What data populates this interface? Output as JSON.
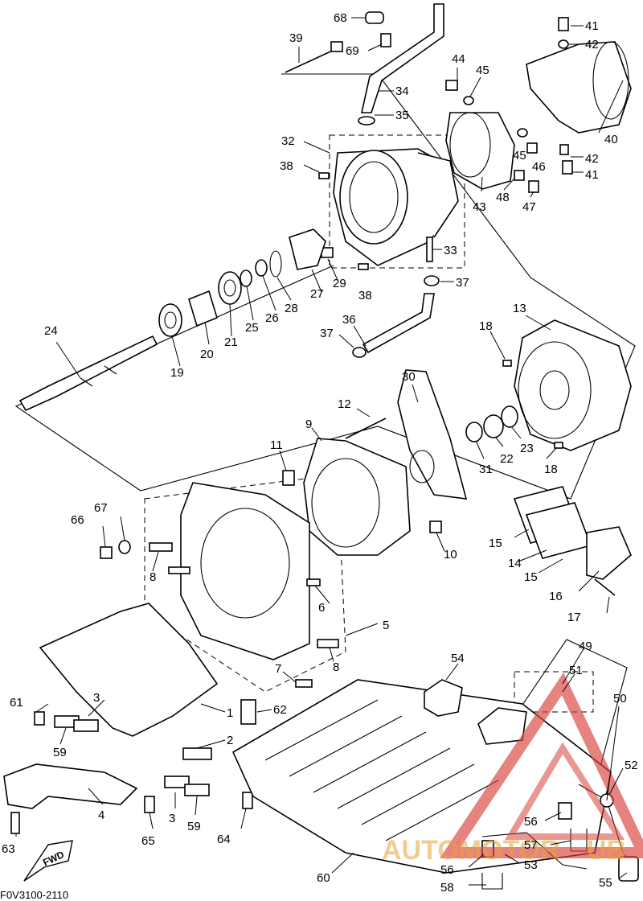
{
  "diagram": {
    "drawing_code": "F0V3100-2110",
    "fwd_label": "FWD",
    "watermark_text": "AUTOMOTOR",
    "watermark_suffix": "UB",
    "colors": {
      "line": "#000000",
      "watermark_red": "#d9403a",
      "watermark_orange": "#e6a43a"
    },
    "callouts": {
      "c1": "1",
      "c2": "2",
      "c3a": "3",
      "c3b": "3",
      "c4": "4",
      "c5": "5",
      "c6": "6",
      "c7": "7",
      "c8a": "8",
      "c8b": "8",
      "c9": "9",
      "c10": "10",
      "c11": "11",
      "c12": "12",
      "c13": "13",
      "c14": "14",
      "c15a": "15",
      "c15b": "15",
      "c16": "16",
      "c17": "17",
      "c18a": "18",
      "c18b": "18",
      "c19": "19",
      "c20": "20",
      "c21": "21",
      "c22": "22",
      "c23": "23",
      "c24": "24",
      "c25": "25",
      "c26": "26",
      "c27": "27",
      "c28": "28",
      "c29": "29",
      "c30": "30",
      "c31": "31",
      "c32": "32",
      "c33": "33",
      "c34": "34",
      "c35": "35",
      "c36": "36",
      "c37a": "37",
      "c37b": "37",
      "c38a": "38",
      "c38b": "38",
      "c39": "39",
      "c40": "40",
      "c41a": "41",
      "c41b": "41",
      "c42a": "42",
      "c42b": "42",
      "c43": "43",
      "c44": "44",
      "c45a": "45",
      "c45b": "45",
      "c46": "46",
      "c47": "47",
      "c48": "48",
      "c49": "49",
      "c50": "50",
      "c51": "51",
      "c52": "52",
      "c53": "53",
      "c54": "54",
      "c55": "55",
      "c56a": "56",
      "c56b": "56",
      "c57": "57",
      "c58": "58",
      "c59a": "59",
      "c59b": "59",
      "c60": "60",
      "c61": "61",
      "c62": "62",
      "c63": "63",
      "c64": "64",
      "c65": "65",
      "c66": "66",
      "c67": "67",
      "c68": "68",
      "c69": "69"
    }
  }
}
